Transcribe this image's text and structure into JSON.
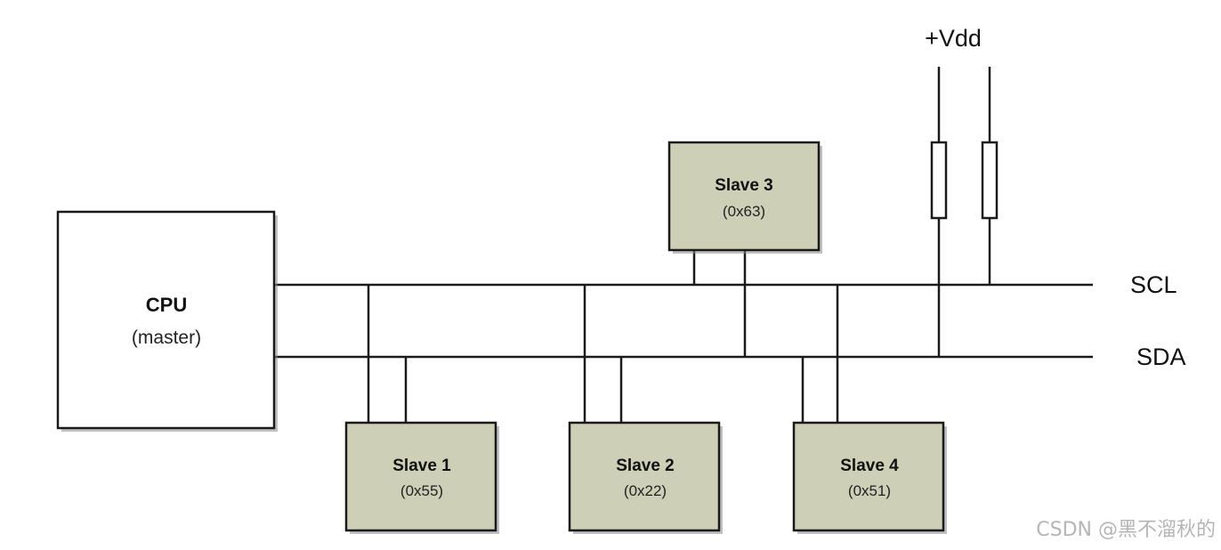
{
  "colors": {
    "slave_fill": "#cdd0b6",
    "master_fill": "#ffffff",
    "line": "#1a1a1a",
    "watermark": "#b5b5b5"
  },
  "cpu": {
    "title": "CPU",
    "subtitle": "(master)"
  },
  "slaves": [
    {
      "title": "Slave 1",
      "address": "(0x55)"
    },
    {
      "title": "Slave 2",
      "address": "(0x22)"
    },
    {
      "title": "Slave 3",
      "address": "(0x63)"
    },
    {
      "title": "Slave 4",
      "address": "(0x51)"
    }
  ],
  "bus": {
    "scl_label": "SCL",
    "sda_label": "SDA"
  },
  "power": {
    "label": "+Vdd"
  },
  "watermark": "CSDN @黑不溜秋的"
}
